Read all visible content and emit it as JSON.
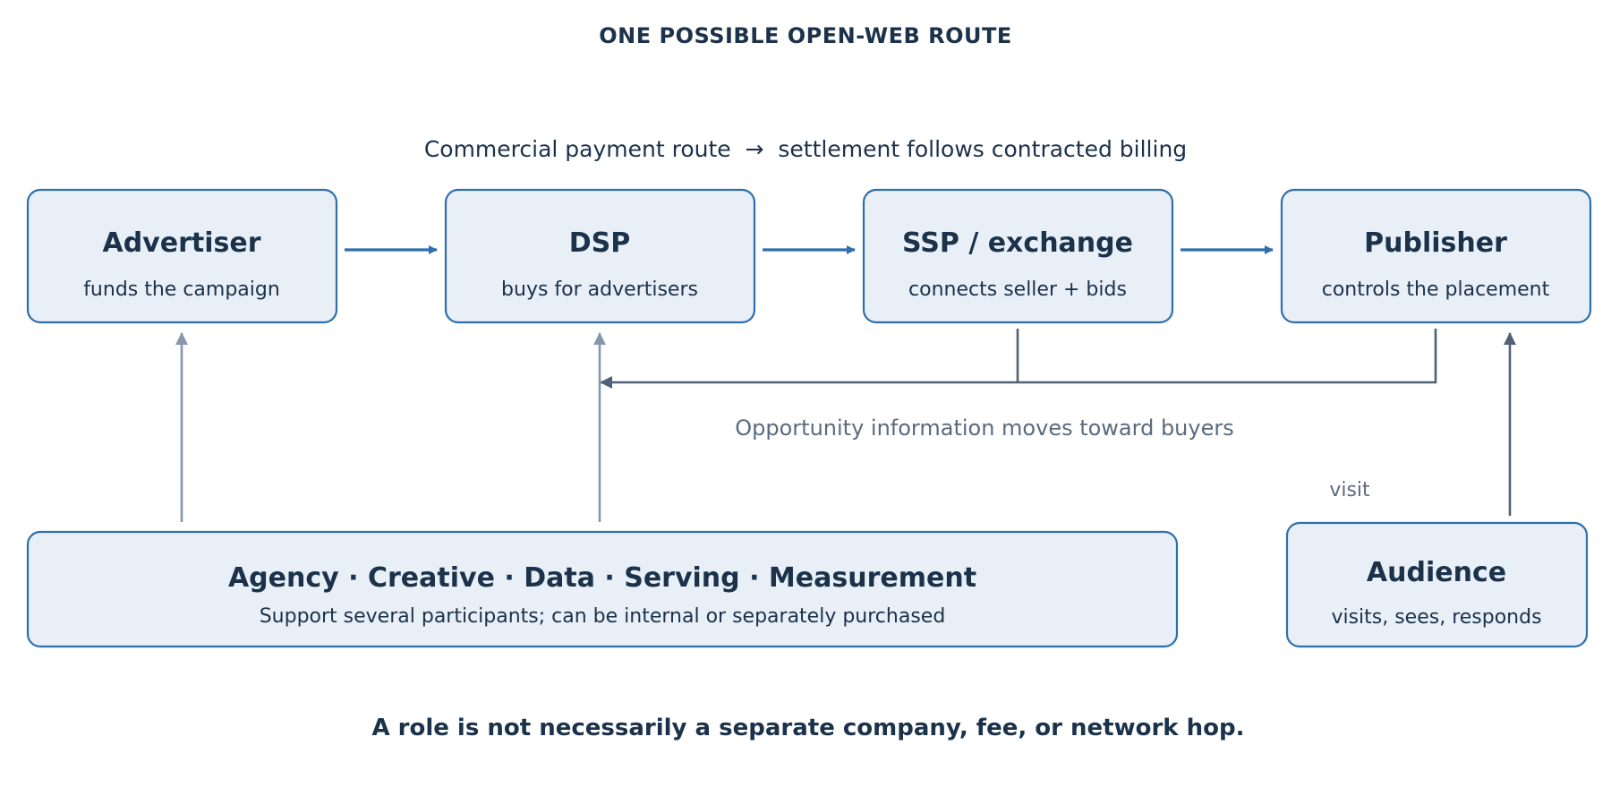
{
  "title": "ONE POSSIBLE OPEN-WEB ROUTE",
  "payment_label": "Commercial payment route  →  settlement follows contracted billing",
  "roles": {
    "advertiser": {
      "title": "Advertiser",
      "subtitle": "funds the campaign"
    },
    "dsp": {
      "title": "DSP",
      "subtitle": "buys for advertisers"
    },
    "ssp": {
      "title": "SSP / exchange",
      "subtitle": "connects seller + bids"
    },
    "publisher": {
      "title": "Publisher",
      "subtitle": "controls the placement"
    }
  },
  "opportunity_label": "Opportunity information moves toward buyers",
  "visit_label": "visit",
  "support": {
    "title": "Agency · Creative · Data · Serving · Measurement",
    "subtitle": "Support several participants; can be internal or separately purchased"
  },
  "audience": {
    "title": "Audience",
    "subtitle": "visits, sees, responds"
  },
  "footer": "A role is not necessarily a separate company, fee, or network hop.",
  "colors": {
    "box_fill": "#e8eff7",
    "box_stroke": "#2f6fad",
    "text_dark": "#1b324a",
    "text_muted": "#5a6b7e",
    "arrow_payment": "#2f6fad",
    "arrow_information": "#4f6275",
    "arrow_support": "#8598ab"
  }
}
